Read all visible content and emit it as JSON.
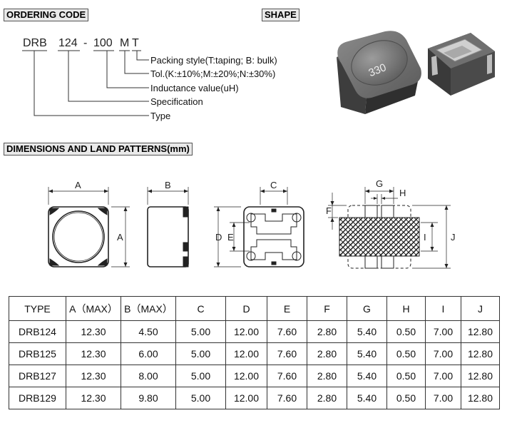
{
  "headings": {
    "ordering_code": "ORDERING CODE",
    "shape": "SHAPE",
    "dimensions": "DIMENSIONS AND LAND PATTERNS(mm)"
  },
  "ordering": {
    "parts": [
      "DRB",
      "124",
      "-",
      "100",
      "M",
      "T"
    ],
    "legend": [
      "Packing style(T:taping; B: bulk)",
      "Tol.(K:±10%;M:±20%;N:±30%)",
      "Inductance value(uH)",
      "Specification",
      "Type"
    ]
  },
  "shape": {
    "marking": "330"
  },
  "drawing_labels": {
    "A": "A",
    "B": "B",
    "C": "C",
    "D": "D",
    "E": "E",
    "F": "F",
    "G": "G",
    "H": "H",
    "I": "I",
    "J": "J"
  },
  "table": {
    "headers": [
      "TYPE",
      "A（MAX）",
      "B（MAX）",
      "C",
      "D",
      "E",
      "F",
      "G",
      "H",
      "I",
      "J"
    ],
    "rows": [
      [
        "DRB124",
        "12.30",
        "4.50",
        "5.00",
        "12.00",
        "7.60",
        "2.80",
        "5.40",
        "0.50",
        "7.00",
        "12.80"
      ],
      [
        "DRB125",
        "12.30",
        "6.00",
        "5.00",
        "12.00",
        "7.60",
        "2.80",
        "5.40",
        "0.50",
        "7.00",
        "12.80"
      ],
      [
        "DRB127",
        "12.30",
        "8.00",
        "5.00",
        "12.00",
        "7.60",
        "2.80",
        "5.40",
        "0.50",
        "7.00",
        "12.80"
      ],
      [
        "DRB129",
        "12.30",
        "9.80",
        "5.00",
        "12.00",
        "7.60",
        "2.80",
        "5.40",
        "0.50",
        "7.00",
        "12.80"
      ]
    ]
  }
}
